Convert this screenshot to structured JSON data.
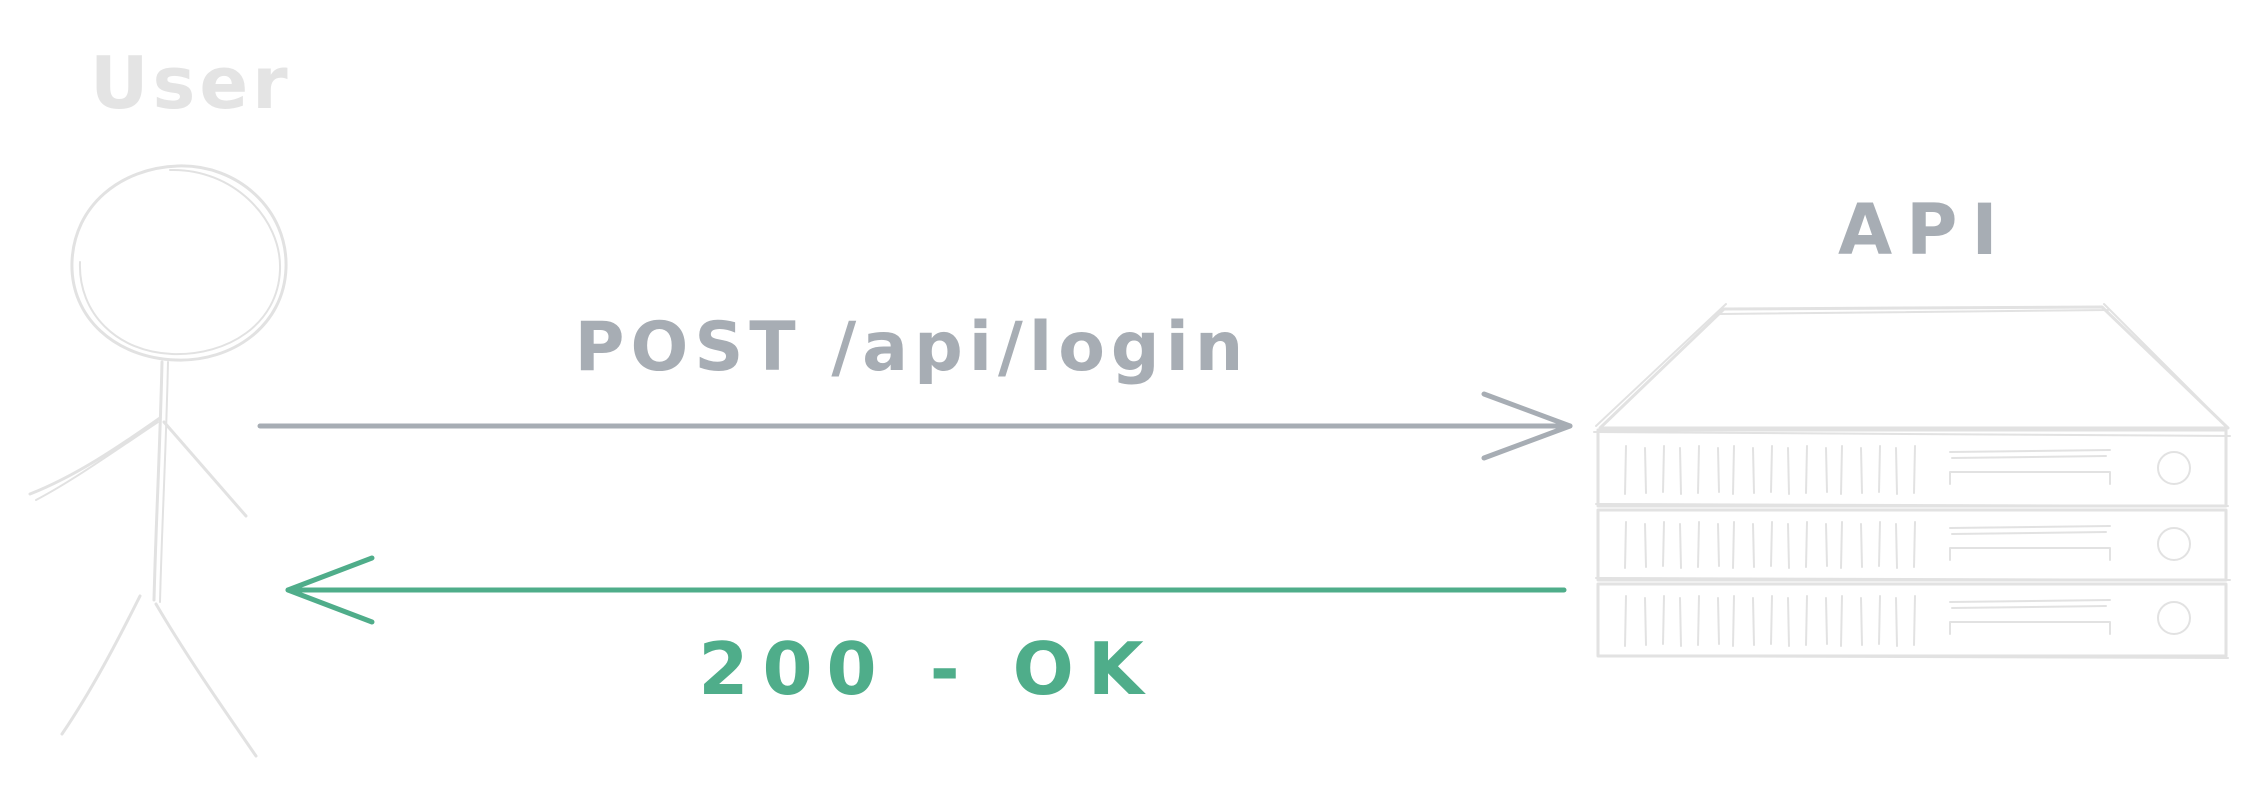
{
  "actors": {
    "user": {
      "label": "User"
    },
    "api": {
      "label": "API"
    }
  },
  "messages": {
    "request": {
      "label": "POST /api/login",
      "color": "#a7adb4"
    },
    "response": {
      "label": "200 - OK",
      "color": "#4fad8a"
    }
  },
  "colors": {
    "user_label": "#e4e4e4",
    "user_figure": "#e2e2e2",
    "api_label": "#a7adb4",
    "server_stroke": "#e2e2e2"
  },
  "icons": {
    "user": "stick-figure-icon",
    "api": "server-rack-icon"
  }
}
